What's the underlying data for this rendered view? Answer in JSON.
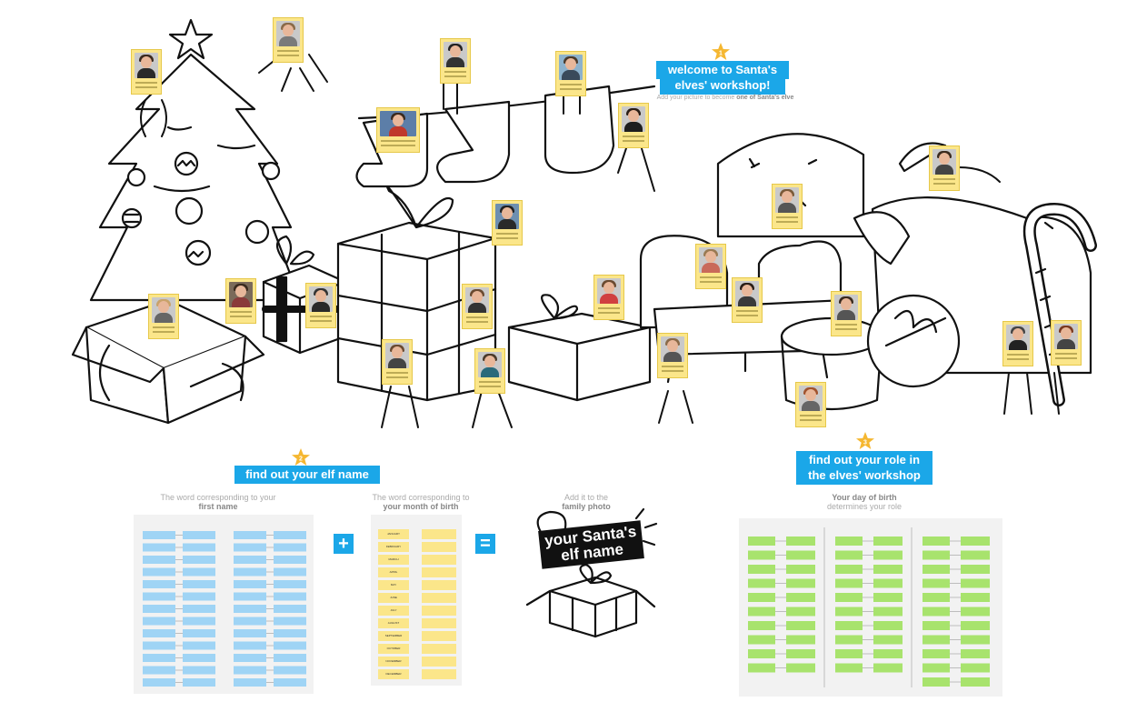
{
  "sections": {
    "welcome": {
      "step": "1",
      "title_line1": "welcome to Santa's",
      "title_line2": "elves' workshop!",
      "subtitle": "Add your picture to become ",
      "subtitle_bold": "one of Santa's elve"
    },
    "elf_name": {
      "step": "2",
      "title": "find out your elf name"
    },
    "role": {
      "step": "3",
      "title_line1": "find out your role in",
      "title_line2": "the elves' workshop"
    }
  },
  "first_name": {
    "subtitle": "The word corresponding to your",
    "subtitle_bold": "first name"
  },
  "birth_month": {
    "subtitle": "The word corresponding to",
    "subtitle_bold": "your month of birth",
    "months": [
      "JANUARY",
      "FEBRUARY",
      "MARCH",
      "APRIL",
      "MAY",
      "JUNE",
      "JULY",
      "AUGUST",
      "SEPTEMBER",
      "OCTOBER",
      "NOVEMBER",
      "DECEMBER"
    ]
  },
  "operators": {
    "plus": "+",
    "equals": "="
  },
  "family": {
    "subtitle": "Add it to the",
    "subtitle_bold": "family photo",
    "title_line1": "your Santa's",
    "title_line2": "elf name"
  },
  "birthday_role": {
    "subtitle_bold": "Your day of birth",
    "subtitle": "determines your role"
  },
  "colors": {
    "accent": "#1ba7e8",
    "card": "#fbe68a",
    "star": "#f5b731",
    "blue_cell": "#9fd4f5",
    "green_cell": "#a8e36d"
  }
}
